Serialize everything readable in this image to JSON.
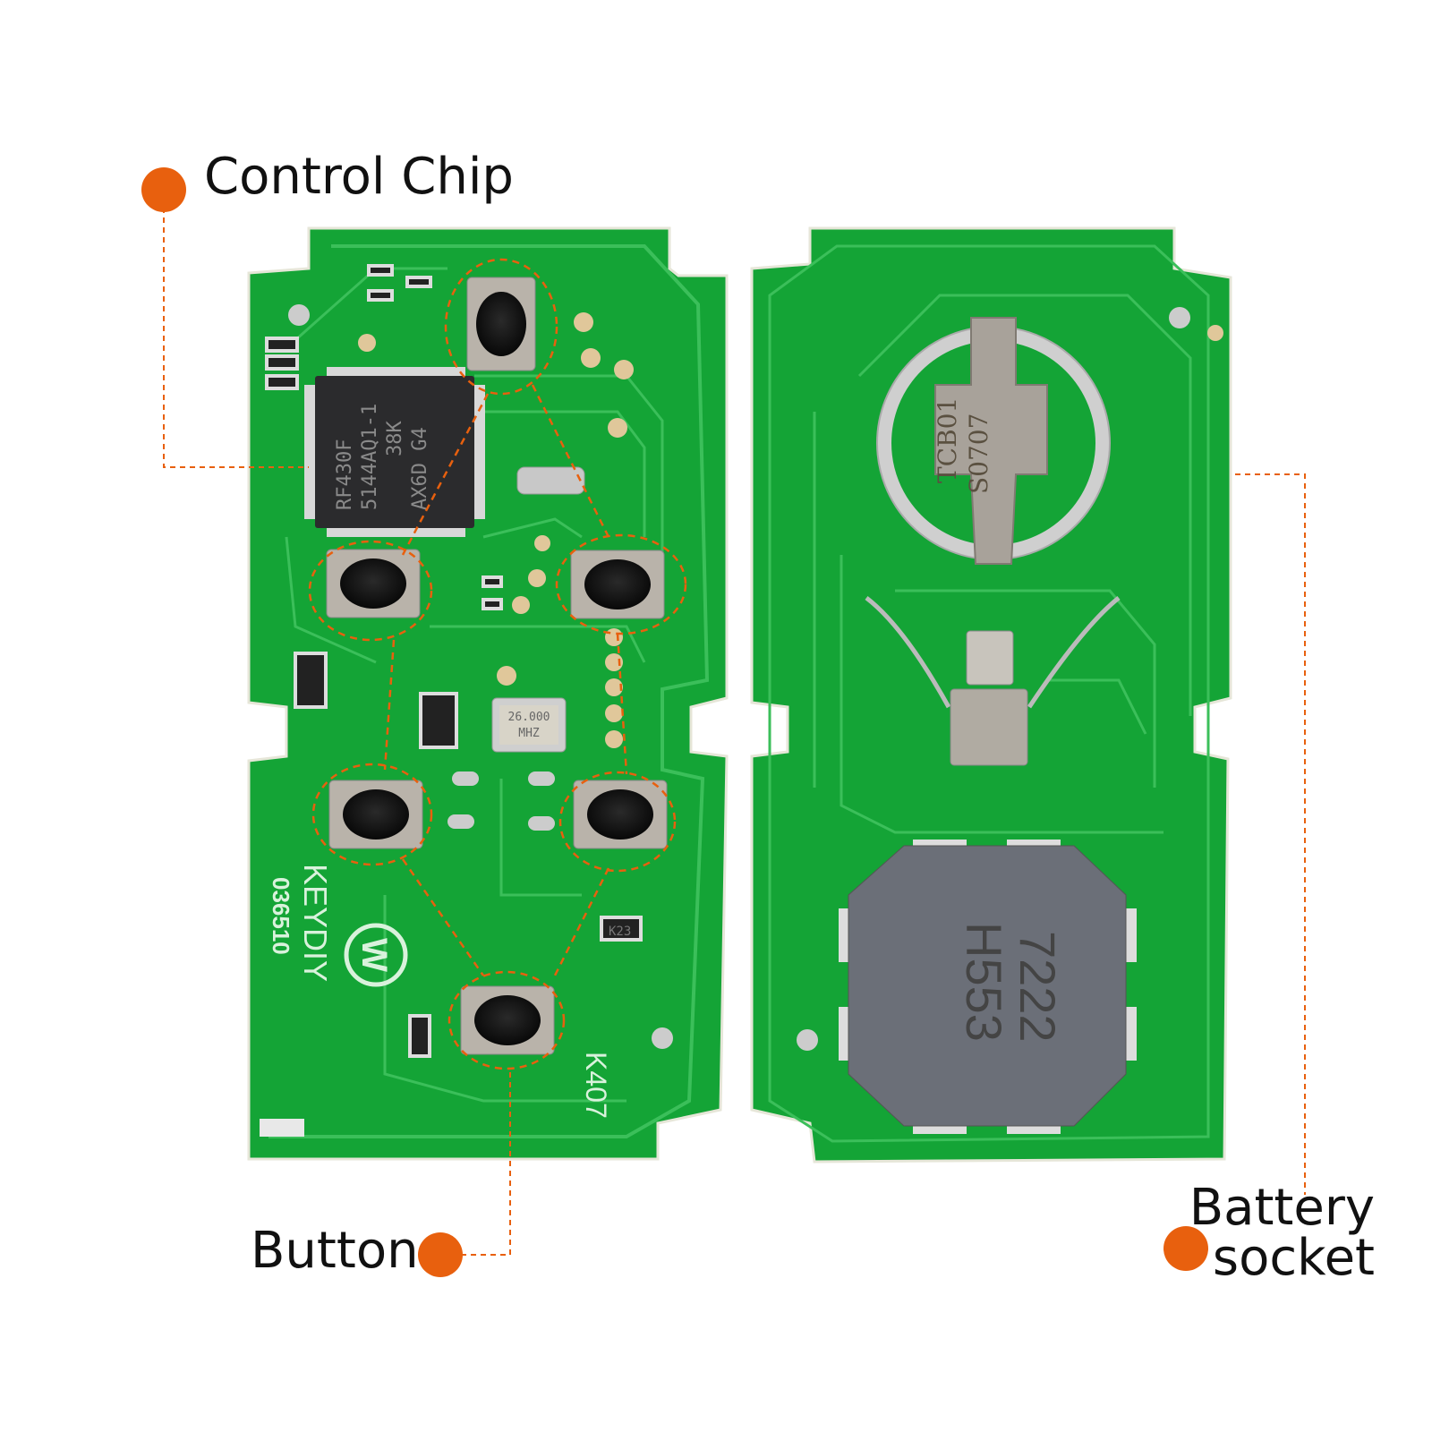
{
  "annotations": {
    "control_chip": "Control Chip",
    "button": "Button",
    "battery_line1": "Battery",
    "battery_line2": "socket"
  },
  "board_markings": {
    "chip_lines": [
      "RF430F",
      "5144AQ1-1",
      "38K",
      "AX6D G4"
    ],
    "brand": "KEYDIY",
    "serial": "036510",
    "model": "K407",
    "crystal_line1": "26.000",
    "crystal_line2": "MHZ",
    "transistor": "K23",
    "battery_clip_line1": "TCB01",
    "battery_clip_line2": "S0707",
    "buzzer_line1": "7222",
    "buzzer_line2": "H553"
  },
  "colors": {
    "accent": "#e8600e",
    "pcb": "#1aa33a",
    "pcb_trace": "#3bb85a"
  }
}
